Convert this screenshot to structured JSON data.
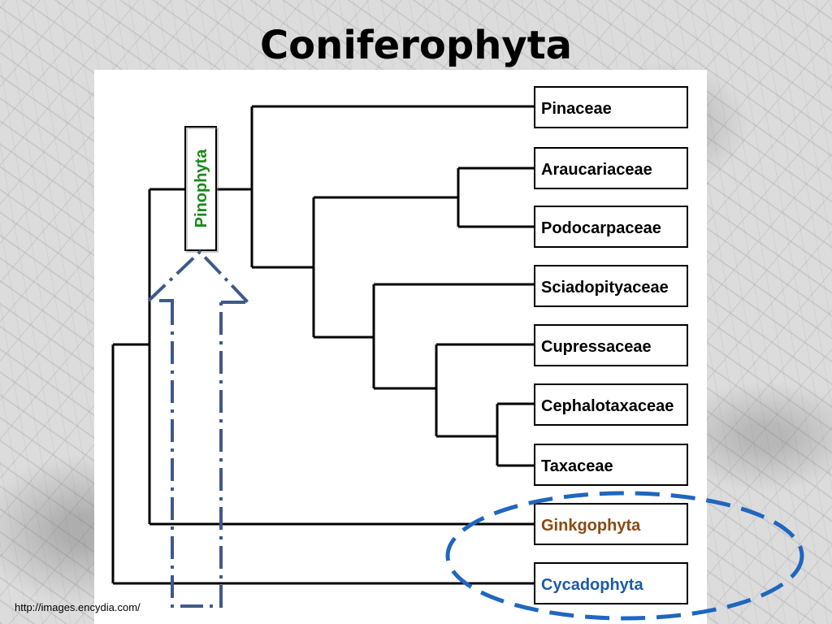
{
  "slide": {
    "title": "Coniferophyta",
    "credit": "http://images.encydia.com/"
  },
  "tree": {
    "clade_label": "Pinophyta",
    "taxa": [
      "Pinaceae",
      "Araucariaceae",
      "Podocarpaceae",
      "Sciadopityaceae",
      "Cupressaceae",
      "Cephalotaxaceae",
      "Taxaceae",
      "Ginkgophyta",
      "Cycadophyta"
    ]
  },
  "colors": {
    "pinophyta": "#1a8a1a",
    "ginkgophyta": "#8a4a12",
    "cycadophyta": "#1f5aa8",
    "annotation_arrow": "#3d5a8a",
    "annotation_ellipse": "#1f66c0",
    "tree_lines": "#000000"
  }
}
